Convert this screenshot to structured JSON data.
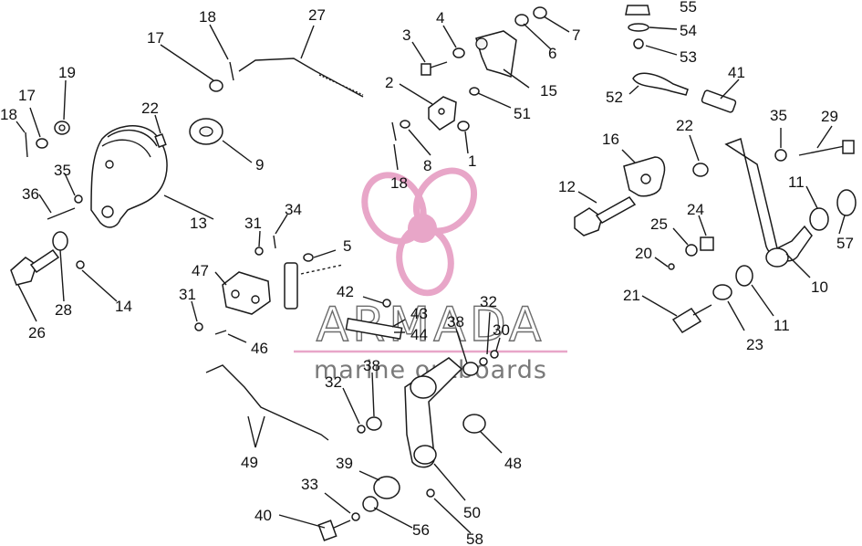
{
  "watermark": {
    "brand": "ARMADA",
    "tagline": "marine outboards",
    "logo_color": "#e8a6c8",
    "line_color": "#e8a6c8"
  },
  "labels": {
    "l1": "1",
    "l2": "2",
    "l3": "3",
    "l4": "4",
    "l5": "5",
    "l6": "6",
    "l7": "7",
    "l8": "8",
    "l9": "9",
    "l10": "10",
    "l11a": "11",
    "l11b": "11",
    "l12": "12",
    "l13": "13",
    "l14": "14",
    "l15": "15",
    "l16": "16",
    "l17a": "17",
    "l17b": "17",
    "l18a": "18",
    "l18b": "18",
    "l18c": "18",
    "l19": "19",
    "l20": "20",
    "l21": "21",
    "l22a": "22",
    "l22b": "22",
    "l23": "23",
    "l24": "24",
    "l25": "25",
    "l26": "26",
    "l27": "27",
    "l28": "28",
    "l29": "29",
    "l30": "30",
    "l31a": "31",
    "l31b": "31",
    "l32a": "32",
    "l32b": "32",
    "l33": "33",
    "l34": "34",
    "l35a": "35",
    "l35b": "35",
    "l36": "36",
    "l38a": "38",
    "l38b": "38",
    "l39": "39",
    "l40": "40",
    "l41": "41",
    "l42": "42",
    "l43": "43",
    "l44": "44",
    "l46": "46",
    "l47": "47",
    "l48": "48",
    "l49": "49",
    "l50": "50",
    "l51": "51",
    "l52": "52",
    "l53": "53",
    "l54": "54",
    "l55": "55",
    "l56": "56",
    "l57": "57",
    "l58": "58"
  }
}
